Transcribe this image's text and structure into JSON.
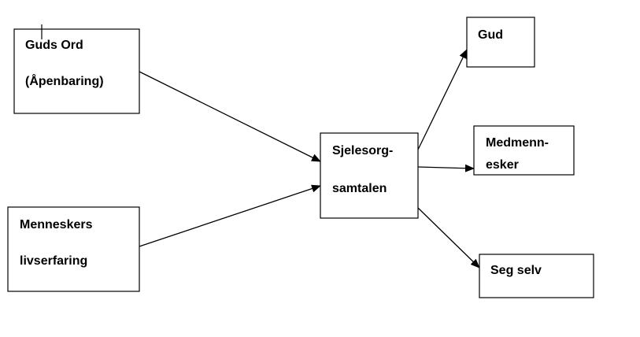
{
  "nodes": {
    "guds_ord": {
      "line1": "Guds Ord",
      "line2": "(Åpenbaring)"
    },
    "menneskers": {
      "line1": "Menneskers",
      "line2": "livserfaring"
    },
    "sjelesorg": {
      "line1": "Sjelesorg-",
      "line2": "samtalen"
    },
    "gud": {
      "line1": "Gud"
    },
    "medmennesker": {
      "line1": "Medmenn-",
      "line2": "esker"
    },
    "seg_selv": {
      "line1": "Seg selv"
    }
  },
  "edges": [
    {
      "from": "guds_ord",
      "to": "sjelesorg"
    },
    {
      "from": "menneskers",
      "to": "sjelesorg"
    },
    {
      "from": "sjelesorg",
      "to": "gud"
    },
    {
      "from": "sjelesorg",
      "to": "medmennesker"
    },
    {
      "from": "sjelesorg",
      "to": "seg_selv"
    }
  ]
}
